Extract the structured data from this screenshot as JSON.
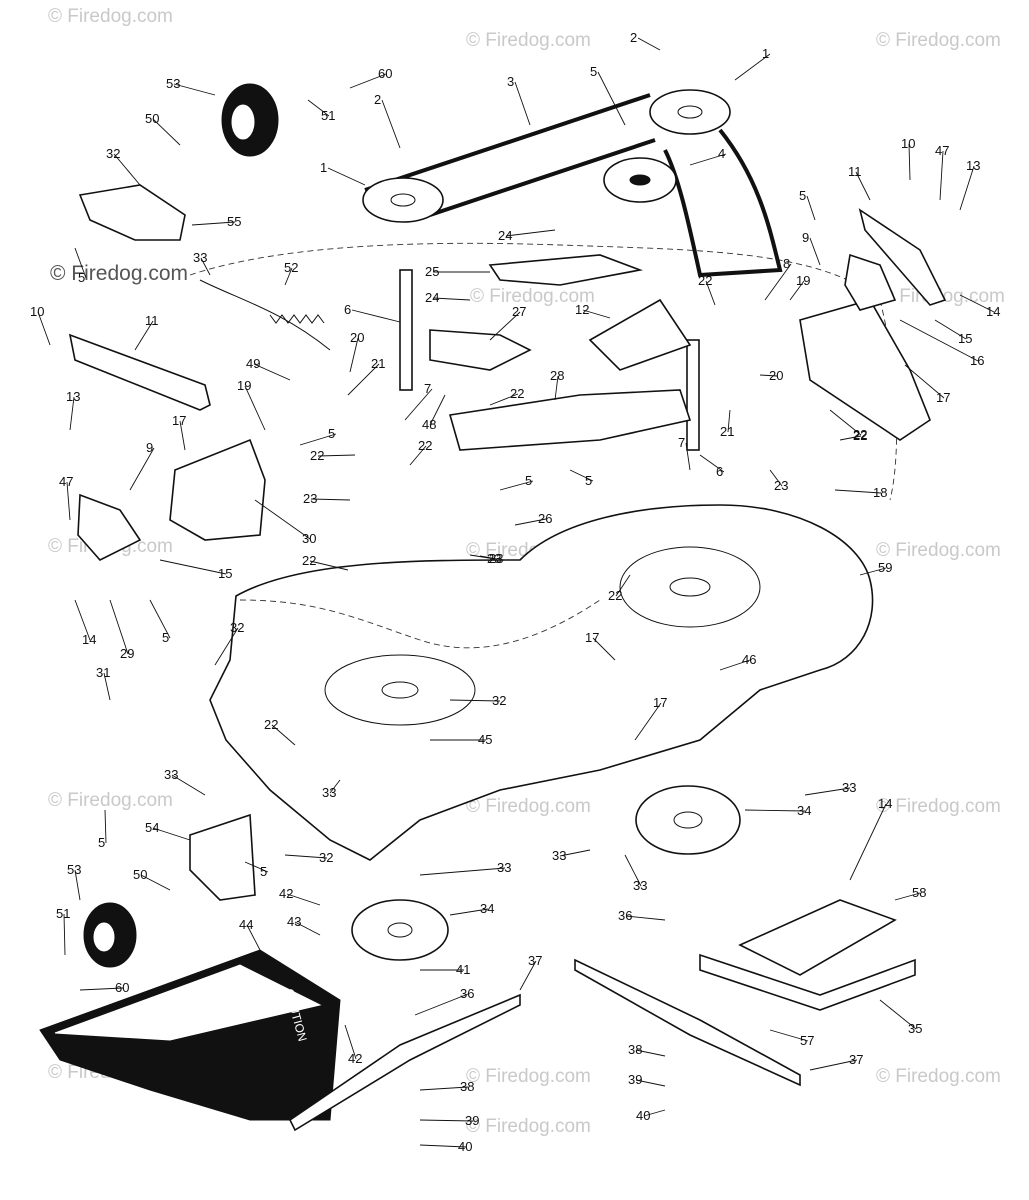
{
  "watermarks": [
    "© Firedog.com",
    "© Firedog.com",
    "© Firedog.com",
    "© Firedog.com",
    "© Firedog.com",
    "© Firedog.com",
    "© Firedog.com",
    "© Firedog.com",
    "© Firedog.com",
    "© Firedog.com",
    "© Firedog.com",
    "© Firedog.com",
    "© Firedog.com",
    "© Firedog.com",
    "© Firedog.com",
    "© Firedog.com"
  ],
  "decals": {
    "caution": "CAUTION"
  },
  "callouts": [
    "1",
    "2",
    "3",
    "5",
    "4",
    "1",
    "2",
    "53",
    "60",
    "51",
    "50",
    "32",
    "55",
    "5",
    "33",
    "52",
    "10",
    "11",
    "6",
    "24",
    "27",
    "25",
    "24",
    "12",
    "22",
    "8",
    "19",
    "10",
    "47",
    "13",
    "11",
    "5",
    "9",
    "14",
    "15",
    "16",
    "17",
    "13",
    "49",
    "19",
    "20",
    "21",
    "7",
    "48",
    "22",
    "28",
    "5",
    "20",
    "22",
    "17",
    "9",
    "30",
    "22",
    "22",
    "23",
    "23",
    "26",
    "5",
    "5",
    "7",
    "6",
    "21",
    "22",
    "23",
    "18",
    "47",
    "15",
    "22",
    "23",
    "22",
    "59",
    "14",
    "29",
    "5",
    "32",
    "31",
    "17",
    "46",
    "17",
    "32",
    "45",
    "22",
    "33",
    "33",
    "5",
    "33",
    "54",
    "32",
    "5",
    "33",
    "34",
    "53",
    "50",
    "42",
    "43",
    "33",
    "34",
    "33",
    "36",
    "44",
    "41",
    "14",
    "58",
    "51",
    "60",
    "37",
    "36",
    "35",
    "42",
    "57",
    "38",
    "37",
    "38",
    "39",
    "39",
    "40",
    "40"
  ]
}
